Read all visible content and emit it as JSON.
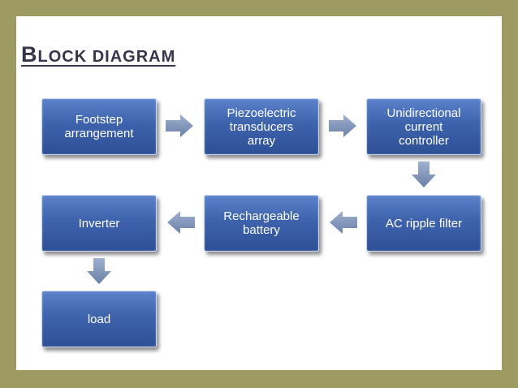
{
  "title": {
    "first_letter": "B",
    "rest": "LOCK DIAGRAM"
  },
  "blocks": {
    "footstep": "Footstep\narrangement",
    "piezo": "Piezoelectric\ntransducers\narray",
    "unidirectional": "Unidirectional\ncurrent\ncontroller",
    "ac_filter": "AC ripple filter",
    "battery": "Rechargeable\nbattery",
    "inverter": "Inverter",
    "load": "load"
  },
  "colors": {
    "border": "#9e9b62",
    "box_top": "#5b82cb",
    "box_bottom": "#2d4f95",
    "arrow": "#7f93b8"
  }
}
